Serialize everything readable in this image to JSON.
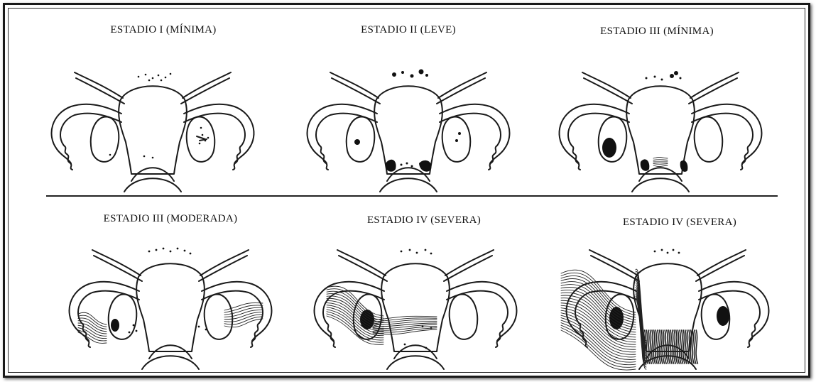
{
  "panels": [
    {
      "title": "ESTADIO I (MÍNIMA)"
    },
    {
      "title": "ESTADIO II (LEVE)"
    },
    {
      "title": "ESTADIO III (MÍNIMA)"
    },
    {
      "title": "ESTADIO III (MODERADA)"
    },
    {
      "title": "ESTADIO IV (SEVERA)"
    },
    {
      "title": "ESTADIO IV (SEVERA)"
    }
  ]
}
